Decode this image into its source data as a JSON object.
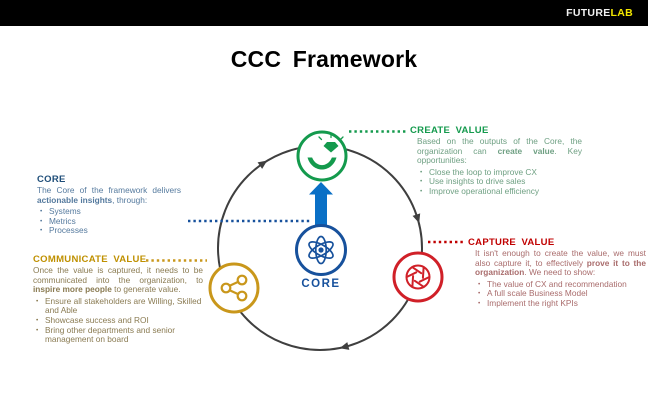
{
  "header": {
    "brand_white": "FUTURE",
    "brand_accent": "LAB"
  },
  "title": "CCC Framework",
  "bullet_glyph": "•",
  "colors": {
    "gray": "#3F3F3F",
    "green": "#149A4D",
    "green_body": "#6FA083",
    "blue_dark": "#1F4E79",
    "blue": "#17519C",
    "blue_body": "#557A9E",
    "arrow": "#0A70C6",
    "gold": "#C9971B",
    "gold_head": "#BF9000",
    "gold_body": "#8A7B52",
    "red": "#D02028",
    "red_head": "#C00000",
    "red_body": "#A96C6C",
    "brand_white": "#F2F2F2",
    "brand_yellow": "#F2E600"
  },
  "diagram": {
    "core_label": "CORE"
  },
  "sections": {
    "core": {
      "heading": "CORE",
      "body_parts": [
        {
          "t": "The Core of the framework delivers "
        },
        {
          "t": "actionable insights",
          "b": true
        },
        {
          "t": ", through:"
        }
      ],
      "bullets": [
        "Systems",
        "Metrics",
        "Processes"
      ]
    },
    "create": {
      "heading": "CREATE VALUE",
      "body_parts": [
        {
          "t": "Based on the outputs of the Core, the organization can "
        },
        {
          "t": "create value",
          "b": true
        },
        {
          "t": ". Key opportunities:"
        }
      ],
      "bullets": [
        "Close the loop to improve CX",
        "Use insights to drive sales",
        "Improve operational efficiency"
      ]
    },
    "capture": {
      "heading": "CAPTURE VALUE",
      "body_parts": [
        {
          "t": "It isn't enough to create the value, we must also capture it, to effectively "
        },
        {
          "t": "prove it to the organization",
          "b": true
        },
        {
          "t": ". We need to show:"
        }
      ],
      "bullets": [
        "The value of CX and recommendation",
        "A full scale Business Model",
        "Implement the right KPIs"
      ]
    },
    "communicate": {
      "heading": "COMMUNICATE VALUE",
      "body_parts": [
        {
          "t": "Once the value is captured, it needs to be communicated into the organization, to "
        },
        {
          "t": "inspire more people",
          "b": true
        },
        {
          "t": " to generate value."
        }
      ],
      "bullets": [
        "Ensure all stakeholders are Willing, Skilled and Able",
        "Showcase success and ROI",
        "Bring other departments and senior management on board"
      ]
    }
  }
}
